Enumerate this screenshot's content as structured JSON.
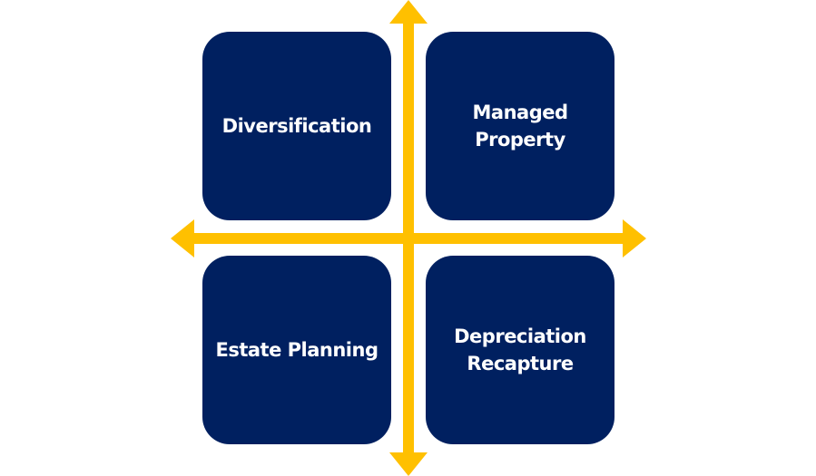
{
  "colors": {
    "box": "#002060",
    "arrow": "#FFC000",
    "text": "#FFFFFF"
  },
  "quadrants": [
    {
      "label": "Diversification"
    },
    {
      "label": "Managed\nProperty"
    },
    {
      "label": "Estate Planning"
    },
    {
      "label": "Depreciation\nRecapture"
    }
  ]
}
